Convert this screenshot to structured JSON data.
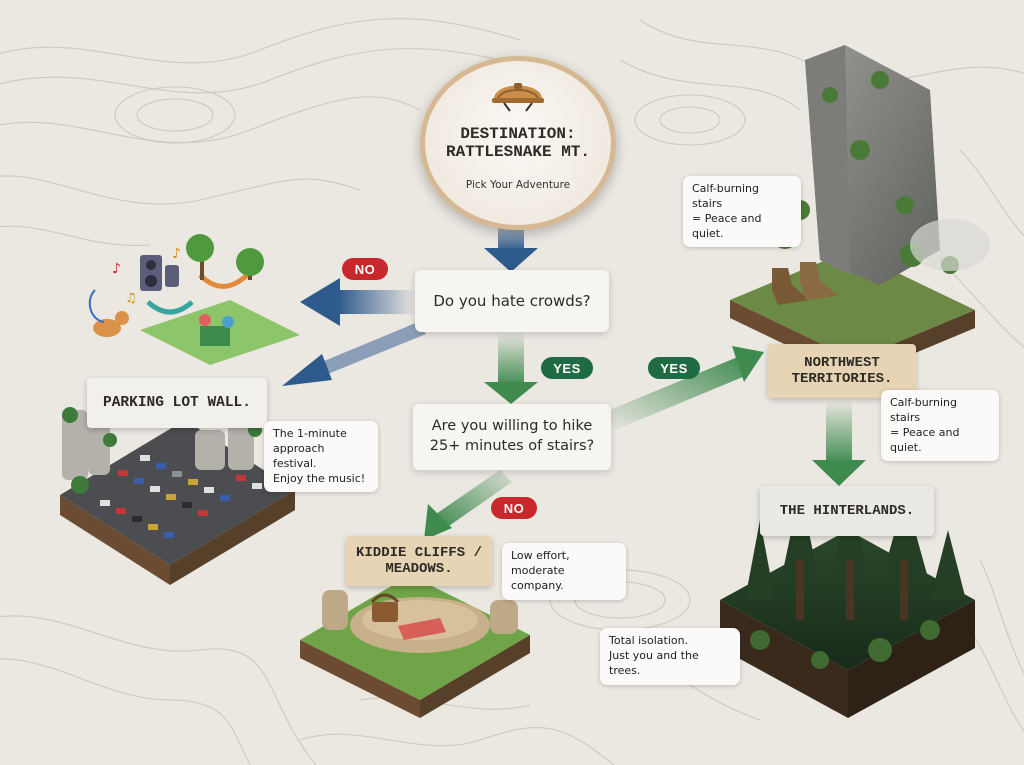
{
  "start": {
    "title_lines": [
      "DESTINATION:",
      "RATTLESNAKE MT."
    ],
    "subtitle": "Pick Your Adventure",
    "icon": "climbing-helmet-icon"
  },
  "questions": {
    "q1": "Do you hate crowds?",
    "q2_lines": [
      "Are you willing to hike",
      "25+ minutes of stairs?"
    ]
  },
  "labels": {
    "no1": "NO",
    "yes1": "YES",
    "no2": "NO",
    "yes2": "YES"
  },
  "destinations": {
    "parking": {
      "title": "PARKING LOT WALL.",
      "note_lines": [
        "The 1-minute",
        "approach festival.",
        "Enjoy the music!"
      ]
    },
    "kiddie": {
      "title_lines": [
        "KIDDIE CLIFFS /",
        "MEADOWS."
      ],
      "note_lines": [
        "Low effort,",
        "moderate company."
      ]
    },
    "northwest": {
      "title_lines": [
        "NORTHWEST",
        "TERRITORIES."
      ],
      "note_top_lines": [
        "Calf-burning stairs",
        "= Peace and quiet."
      ],
      "note_side_lines": [
        "Calf-burning stairs",
        "= Peace and quiet."
      ]
    },
    "hinterlands": {
      "title": "THE HINTERLANDS.",
      "note_lines": [
        "Total isolation.",
        "Just you and the trees."
      ]
    }
  },
  "colors": {
    "background": "#ebe7e1",
    "topo_lines": "#cfc8bd",
    "arrow_blue": "#2f5a8c",
    "arrow_green": "#3f8a4f",
    "no_red": "#c8282b",
    "yes_green": "#1f6b43",
    "title_tan": "#e6d4b4"
  }
}
